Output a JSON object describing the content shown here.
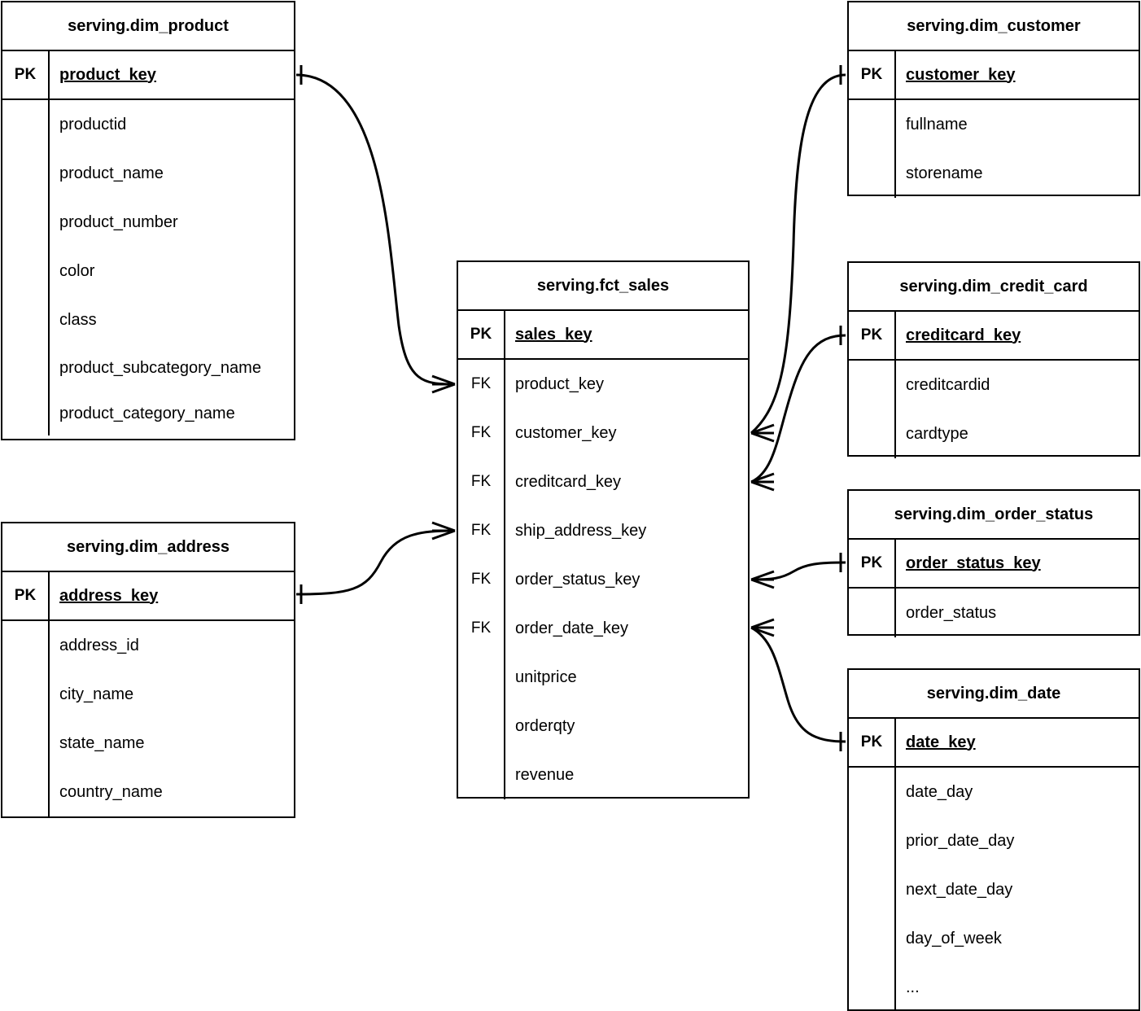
{
  "diagram": {
    "kind": "entity-relationship-diagram",
    "notation": "crow's-foot",
    "background_color": "#ffffff",
    "line_color": "#000000",
    "text_color": "#000000"
  },
  "entities": [
    {
      "id": "dim_product",
      "title": "serving.dim_product",
      "primary_key": {
        "tag": "PK",
        "name": "product_key"
      },
      "attributes": [
        {
          "tag": "",
          "name": "productid"
        },
        {
          "tag": "",
          "name": "product_name"
        },
        {
          "tag": "",
          "name": "product_number"
        },
        {
          "tag": "",
          "name": "color"
        },
        {
          "tag": "",
          "name": "class"
        },
        {
          "tag": "",
          "name": "product_subcategory_name"
        },
        {
          "tag": "",
          "name": "product_category_name"
        }
      ]
    },
    {
      "id": "dim_address",
      "title": "serving.dim_address",
      "primary_key": {
        "tag": "PK",
        "name": "address_key"
      },
      "attributes": [
        {
          "tag": "",
          "name": "address_id"
        },
        {
          "tag": "",
          "name": "city_name"
        },
        {
          "tag": "",
          "name": "state_name"
        },
        {
          "tag": "",
          "name": "country_name"
        }
      ]
    },
    {
      "id": "fct_sales",
      "title": "serving.fct_sales",
      "primary_key": {
        "tag": "PK",
        "name": "sales_key"
      },
      "attributes": [
        {
          "tag": "FK",
          "name": "product_key"
        },
        {
          "tag": "FK",
          "name": "customer_key"
        },
        {
          "tag": "FK",
          "name": "creditcard_key"
        },
        {
          "tag": "FK",
          "name": "ship_address_key"
        },
        {
          "tag": "FK",
          "name": "order_status_key"
        },
        {
          "tag": "FK",
          "name": "order_date_key"
        },
        {
          "tag": "",
          "name": "unitprice"
        },
        {
          "tag": "",
          "name": "orderqty"
        },
        {
          "tag": "",
          "name": "revenue"
        }
      ]
    },
    {
      "id": "dim_customer",
      "title": "serving.dim_customer",
      "primary_key": {
        "tag": "PK",
        "name": "customer_key"
      },
      "attributes": [
        {
          "tag": "",
          "name": "fullname"
        },
        {
          "tag": "",
          "name": "storename"
        }
      ]
    },
    {
      "id": "dim_credit_card",
      "title": "serving.dim_credit_card",
      "primary_key": {
        "tag": "PK",
        "name": "creditcard_key"
      },
      "attributes": [
        {
          "tag": "",
          "name": "creditcardid"
        },
        {
          "tag": "",
          "name": "cardtype"
        }
      ]
    },
    {
      "id": "dim_order_status",
      "title": "serving.dim_order_status",
      "primary_key": {
        "tag": "PK",
        "name": "order_status_key"
      },
      "attributes": [
        {
          "tag": "",
          "name": "order_status"
        }
      ]
    },
    {
      "id": "dim_date",
      "title": "serving.dim_date",
      "primary_key": {
        "tag": "PK",
        "name": "date_key"
      },
      "attributes": [
        {
          "tag": "",
          "name": "date_day"
        },
        {
          "tag": "",
          "name": "prior_date_day"
        },
        {
          "tag": "",
          "name": "next_date_day"
        },
        {
          "tag": "",
          "name": "day_of_week"
        },
        {
          "tag": "",
          "name": "..."
        }
      ]
    }
  ],
  "relationships": [
    {
      "from_entity": "dim_product",
      "from_field": "product_key",
      "to_entity": "fct_sales",
      "to_field": "product_key",
      "from_cardinality": "one",
      "to_cardinality": "many"
    },
    {
      "from_entity": "dim_address",
      "from_field": "address_key",
      "to_entity": "fct_sales",
      "to_field": "ship_address_key",
      "from_cardinality": "one",
      "to_cardinality": "many"
    },
    {
      "from_entity": "dim_customer",
      "from_field": "customer_key",
      "to_entity": "fct_sales",
      "to_field": "customer_key",
      "from_cardinality": "one",
      "to_cardinality": "many"
    },
    {
      "from_entity": "dim_credit_card",
      "from_field": "creditcard_key",
      "to_entity": "fct_sales",
      "to_field": "creditcard_key",
      "from_cardinality": "one",
      "to_cardinality": "many"
    },
    {
      "from_entity": "dim_order_status",
      "from_field": "order_status_key",
      "to_entity": "fct_sales",
      "to_field": "order_status_key",
      "from_cardinality": "one",
      "to_cardinality": "many"
    },
    {
      "from_entity": "dim_date",
      "from_field": "date_key",
      "to_entity": "fct_sales",
      "to_field": "order_date_key",
      "from_cardinality": "one",
      "to_cardinality": "many"
    }
  ]
}
